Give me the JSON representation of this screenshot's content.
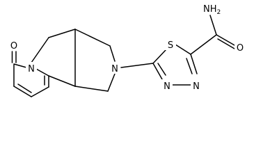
{
  "molecule": {
    "atoms": {
      "carbonyl_oxygen": "O",
      "lactam_nitrogen": "N",
      "amine_nitrogen": "N",
      "thiadiazole_sulfur": "S",
      "thiadiazole_n3": "N",
      "thiadiazole_n4": "N",
      "amide_nitrogen": "NH",
      "amide_h2_subscript": "2",
      "amide_oxygen": "O"
    }
  }
}
